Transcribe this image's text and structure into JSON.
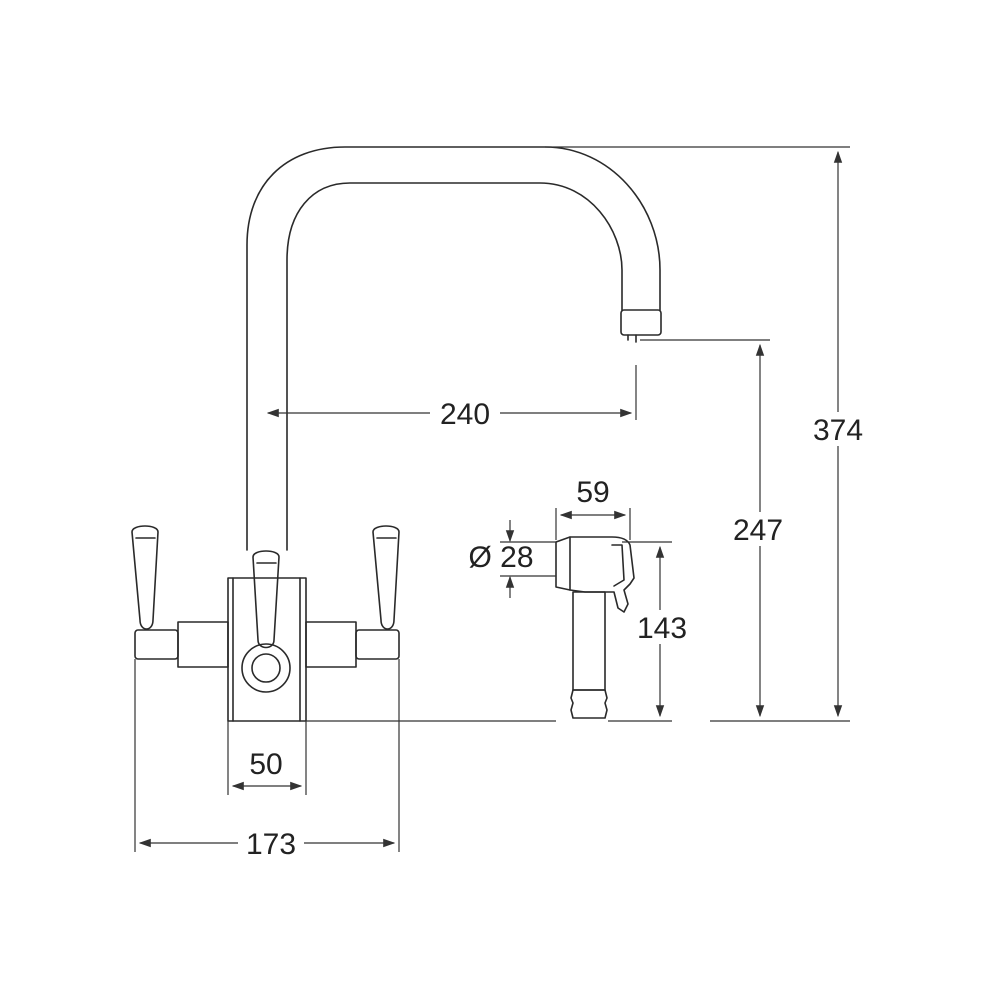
{
  "dimensions": {
    "spout_height": "374",
    "spout_reach": "240",
    "outlet_height": "247",
    "spray_width": "59",
    "spray_diameter": "Ø 28",
    "spray_height": "143",
    "body_width": "50",
    "overall_width": "173"
  },
  "colors": {
    "line": "#2a2a2a",
    "background": "#ffffff"
  }
}
